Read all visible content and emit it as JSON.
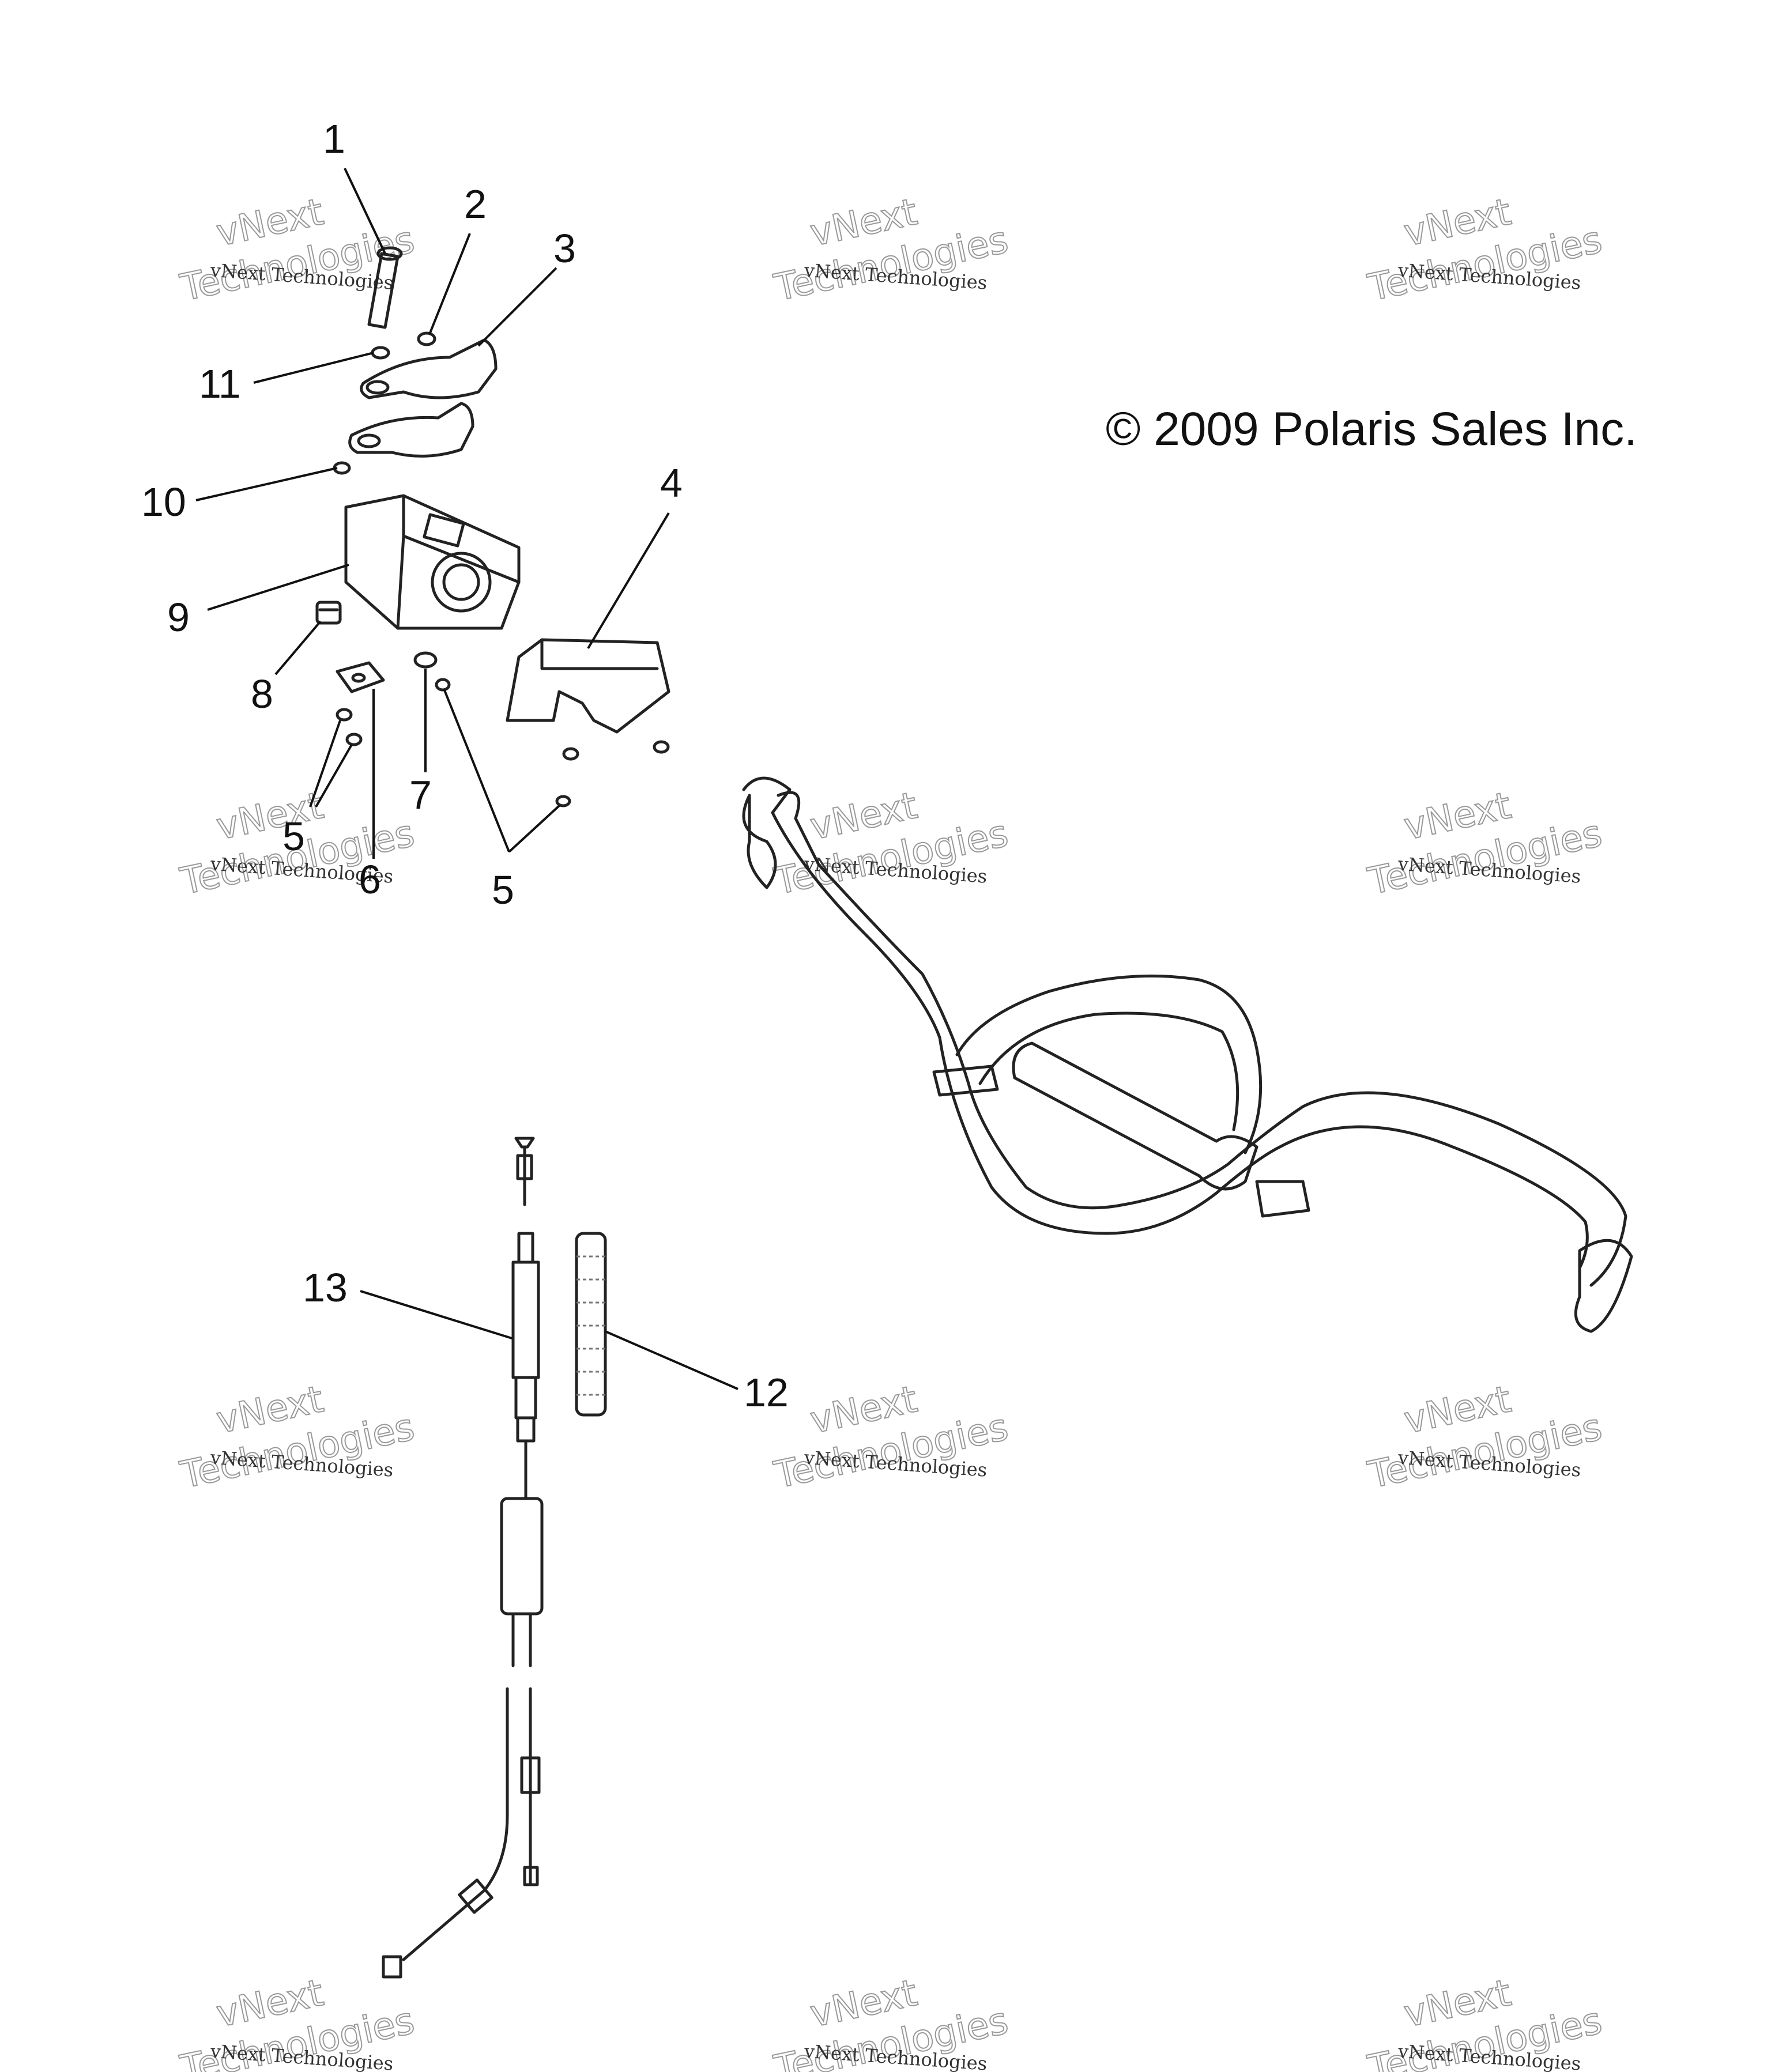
{
  "copyright": "© 2009 Polaris Sales Inc.",
  "watermark": {
    "small": "vNext Technologies",
    "big_line1": "vNext",
    "big_line2": "Technologies"
  },
  "callouts": [
    {
      "id": "c1",
      "label": "1"
    },
    {
      "id": "c2",
      "label": "2"
    },
    {
      "id": "c3",
      "label": "3"
    },
    {
      "id": "c4",
      "label": "4"
    },
    {
      "id": "c5a",
      "label": "5"
    },
    {
      "id": "c5b",
      "label": "5"
    },
    {
      "id": "c6",
      "label": "6"
    },
    {
      "id": "c7",
      "label": "7"
    },
    {
      "id": "c8",
      "label": "8"
    },
    {
      "id": "c9",
      "label": "9"
    },
    {
      "id": "c10",
      "label": "10"
    },
    {
      "id": "c11",
      "label": "11"
    },
    {
      "id": "c12",
      "label": "12"
    },
    {
      "id": "c13",
      "label": "13"
    }
  ]
}
